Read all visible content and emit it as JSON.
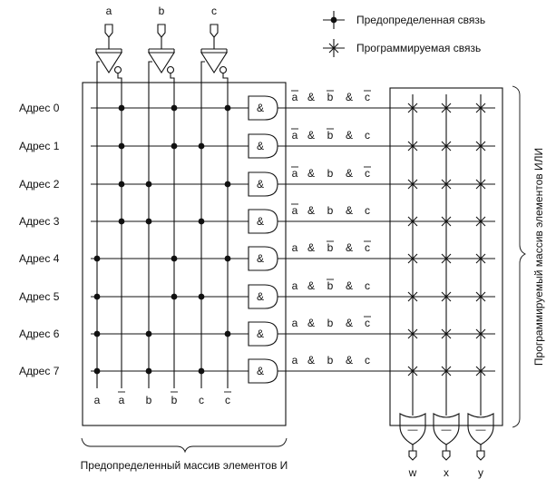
{
  "legend": {
    "fixed_label": "Предопределенная связь",
    "programmable_label": "Программируемая связь"
  },
  "inputs": [
    "a",
    "b",
    "c"
  ],
  "column_labels": [
    "a",
    "a",
    "b",
    "b",
    "c",
    "c"
  ],
  "column_inverted": [
    false,
    true,
    false,
    true,
    false,
    true
  ],
  "addresses": [
    "Адрес 0",
    "Адрес 1",
    "Адрес 2",
    "Адрес 3",
    "Адрес 4",
    "Адрес 5",
    "Адрес 6",
    "Адрес 7"
  ],
  "and_symbol": "&",
  "product_terms": [
    [
      "a",
      "b",
      "c"
    ],
    [
      "a",
      "b",
      "c"
    ],
    [
      "a",
      "b",
      "c"
    ],
    [
      "a",
      "b",
      "c"
    ],
    [
      "a",
      "b",
      "c"
    ],
    [
      "a",
      "b",
      "c"
    ],
    [
      "a",
      "b",
      "c"
    ],
    [
      "a",
      "b",
      "c"
    ]
  ],
  "product_inverted": [
    [
      true,
      true,
      true
    ],
    [
      true,
      true,
      false
    ],
    [
      true,
      false,
      true
    ],
    [
      true,
      false,
      false
    ],
    [
      false,
      true,
      true
    ],
    [
      false,
      true,
      false
    ],
    [
      false,
      false,
      true
    ],
    [
      false,
      false,
      false
    ]
  ],
  "and_array_label": "Предопределенный массив элементов И",
  "or_array_label": "Программируемый массив элементов ИЛИ",
  "outputs": [
    "w",
    "x",
    "y"
  ],
  "or_gate_symbol": "—"
}
